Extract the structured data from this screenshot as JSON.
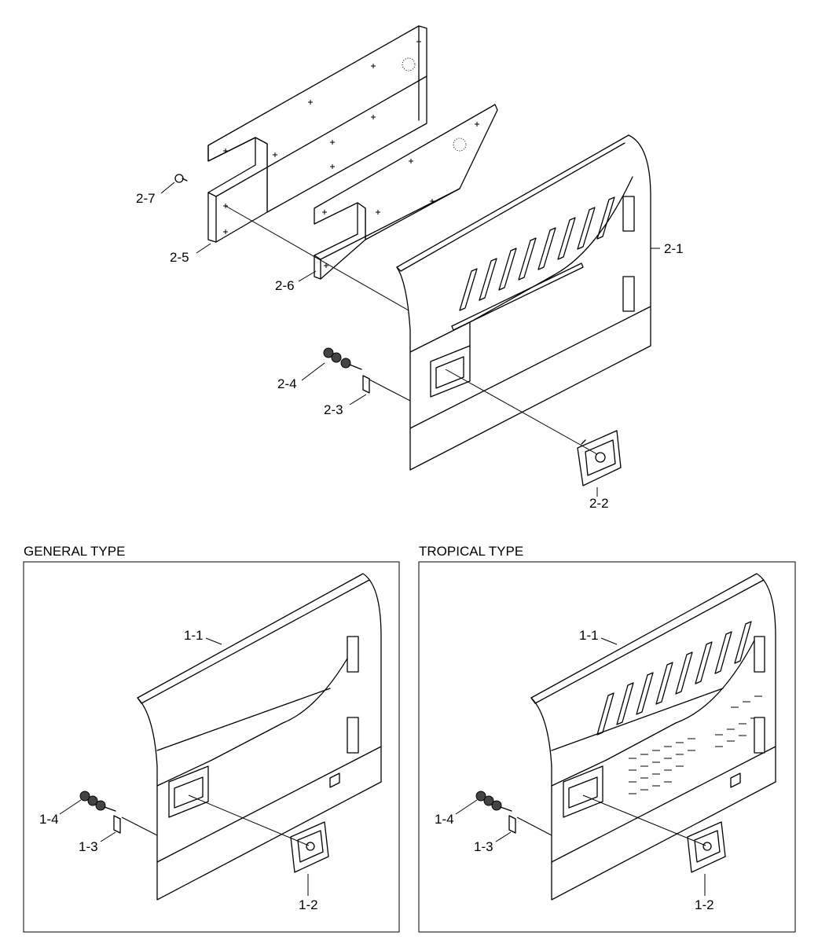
{
  "sections": {
    "general_title": "GENERAL TYPE",
    "tropical_title": "TROPICAL TYPE"
  },
  "labels": {
    "p2_1": "2-1",
    "p2_2": "2-2",
    "p2_3": "2-3",
    "p2_4": "2-4",
    "p2_5": "2-5",
    "p2_6": "2-6",
    "p2_7": "2-7",
    "g1_1": "1-1",
    "g1_2": "1-2",
    "g1_3": "1-3",
    "g1_4": "1-4",
    "t1_1": "1-1",
    "t1_2": "1-2",
    "t1_3": "1-3",
    "t1_4": "1-4"
  }
}
